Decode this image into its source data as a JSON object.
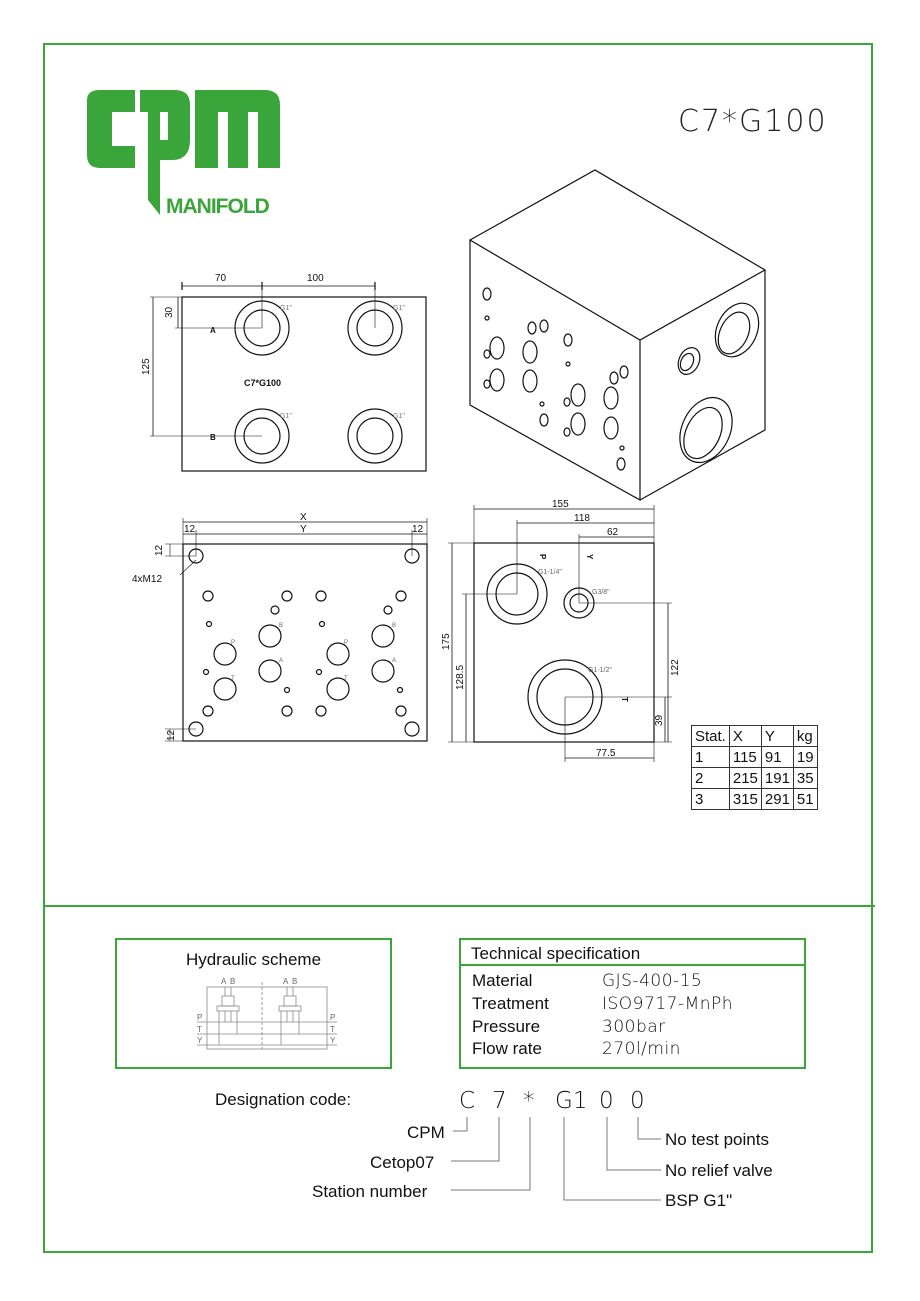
{
  "logo": {
    "letters": "cpm",
    "sub": "MANIFOLD",
    "color": "#3aa53a"
  },
  "product_code": "C7*G100",
  "top_view": {
    "dim_70": "70",
    "dim_100": "100",
    "dim_30": "30",
    "dim_125": "125",
    "label": "C7*G100",
    "port_a": "A",
    "port_b": "B",
    "port_size": "G1\""
  },
  "bottom_view": {
    "dim_x": "X",
    "dim_y": "Y",
    "dim_12_left": "12",
    "dim_12_right": "12",
    "dim_12_top": "12",
    "dim_12_bottom": "12",
    "thread": "4xM12",
    "letters": [
      "P",
      "T",
      "B",
      "A",
      "P",
      "T",
      "B",
      "A"
    ]
  },
  "side_view": {
    "dim_155": "155",
    "dim_118": "118",
    "dim_62": "62",
    "dim_175": "175",
    "dim_128_5": "128.5",
    "dim_122": "122",
    "dim_39": "39",
    "dim_77_5": "77.5",
    "port_p": "P",
    "port_y": "Y",
    "port_t": "T",
    "p_size": "G1-1/4\"",
    "y_size": "G3/8\"",
    "t_size": "G1-1/2\""
  },
  "stat_table": {
    "headers": [
      "Stat.",
      "X",
      "Y",
      "kg"
    ],
    "rows": [
      [
        "1",
        "115",
        "91",
        "19"
      ],
      [
        "2",
        "215",
        "191",
        "35"
      ],
      [
        "3",
        "315",
        "291",
        "51"
      ]
    ]
  },
  "hydraulic": {
    "title": "Hydraulic scheme",
    "a": "A",
    "b": "B",
    "p": "P",
    "t": "T",
    "y": "Y"
  },
  "tech": {
    "title": "Technical specification",
    "rows": [
      {
        "label": "Material",
        "value": "GJS-400-15"
      },
      {
        "label": "Treatment",
        "value": "ISO9717-MnPh"
      },
      {
        "label": "Pressure",
        "value": "300bar"
      },
      {
        "label": "Flow rate",
        "value": "270l/min"
      }
    ]
  },
  "designation": {
    "label": "Designation code:",
    "chars": [
      "C",
      "7",
      "*",
      "G1",
      "0",
      "0"
    ],
    "cpm": "CPM",
    "cetop": "Cetop07",
    "station": "Station number",
    "test_points": "No test points",
    "relief": "No relief valve",
    "bsp": "BSP G1\""
  }
}
